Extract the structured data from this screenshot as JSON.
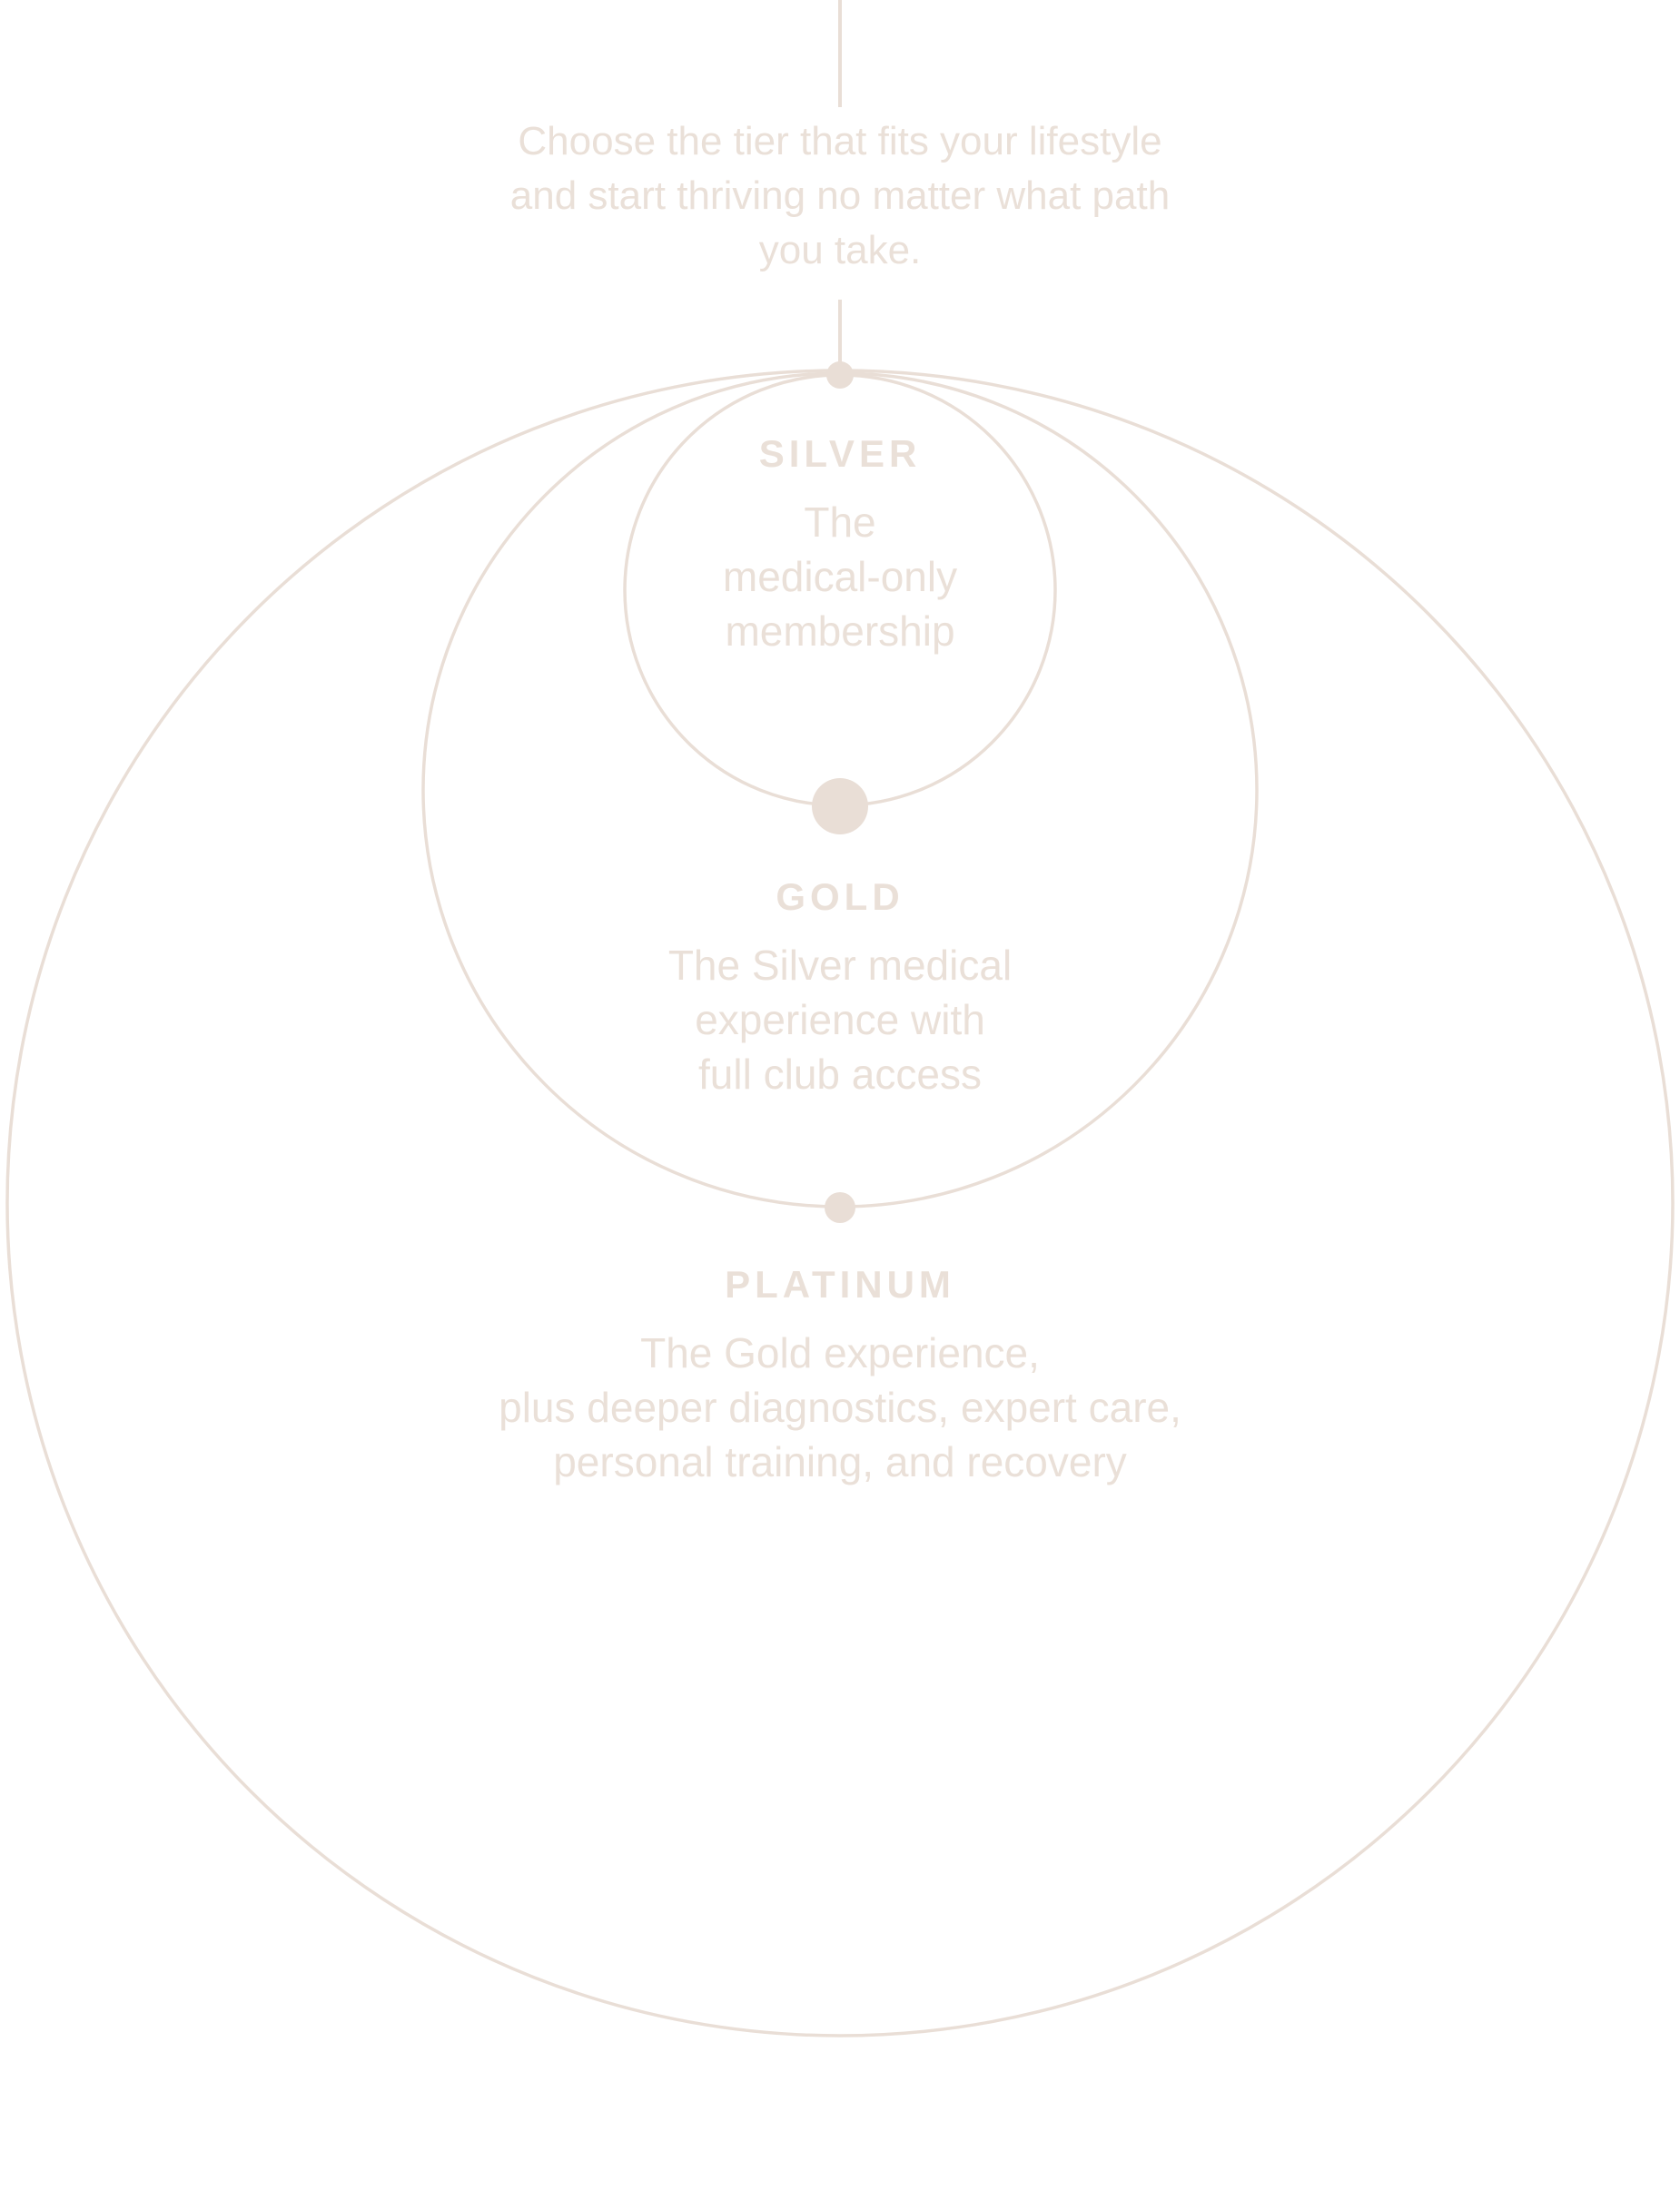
{
  "intro": {
    "text": "Choose the tier that fits your lifestyle and start thriving no matter what path you take."
  },
  "tiers": [
    {
      "name": "SILVER",
      "description": "The\nmedical-only\nmembership"
    },
    {
      "name": "GOLD",
      "description": "The Silver medical\nexperience with\nfull club access"
    },
    {
      "name": "PLATINUM",
      "description": "The Gold experience,\nplus deeper diagnostics, expert care,\npersonal training, and recovery"
    }
  ],
  "colors": {
    "line": "#e9ded6",
    "text": "#eae0d8",
    "background": "#ffffff"
  }
}
